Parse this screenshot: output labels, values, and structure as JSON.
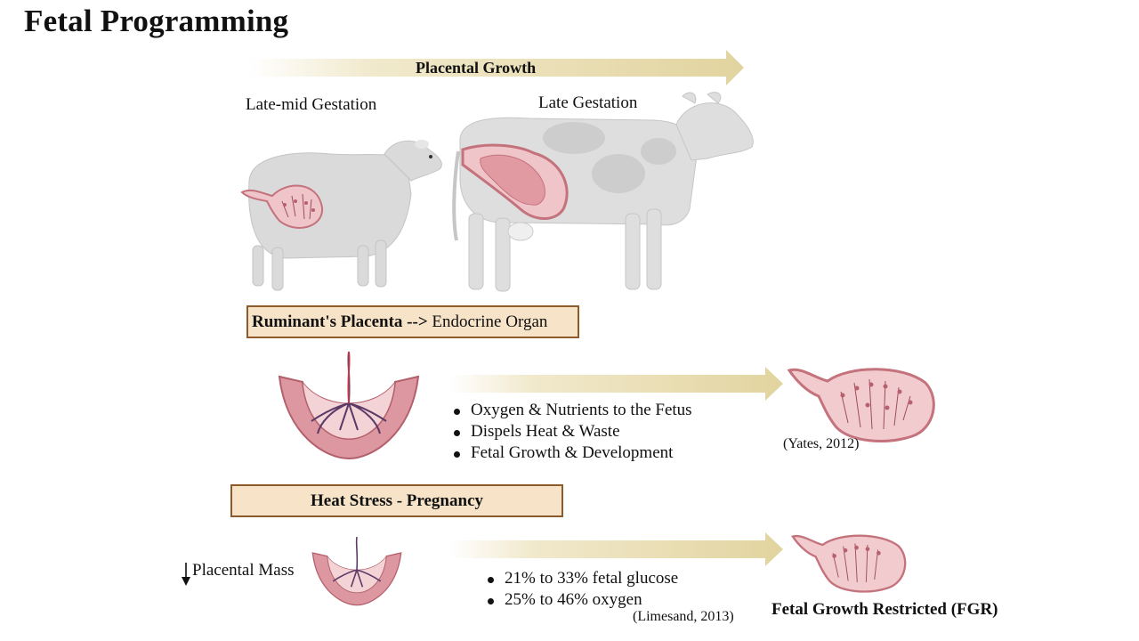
{
  "page_title": "Fetal Programming",
  "top_arrow_label": "Placental Growth",
  "stage_left": "Late-mid Gestation",
  "stage_right": "Late Gestation",
  "box1": {
    "bold": "Ruminant's Placenta -->",
    "plain": " Endocrine Organ"
  },
  "functions": [
    "Oxygen & Nutrients to the Fetus",
    "Dispels Heat & Waste",
    "Fetal Growth & Development"
  ],
  "cite_yates": "(Yates, 2012)",
  "box2_label": "Heat Stress - Pregnancy",
  "reduced_label": "Placental Mass",
  "reductions": [
    "21% to 33% fetal glucose",
    "25% to 46% oxygen"
  ],
  "cite_limesand": "(Limesand, 2013)",
  "fgr_label": "Fetal Growth Restricted (FGR)",
  "colors": {
    "arrow": "#e6d9aa",
    "box_fill": "#f6e3c8",
    "box_border": "#8c5a2b",
    "placenta": "#dd9aa4",
    "animal": "#dcdcdc"
  }
}
